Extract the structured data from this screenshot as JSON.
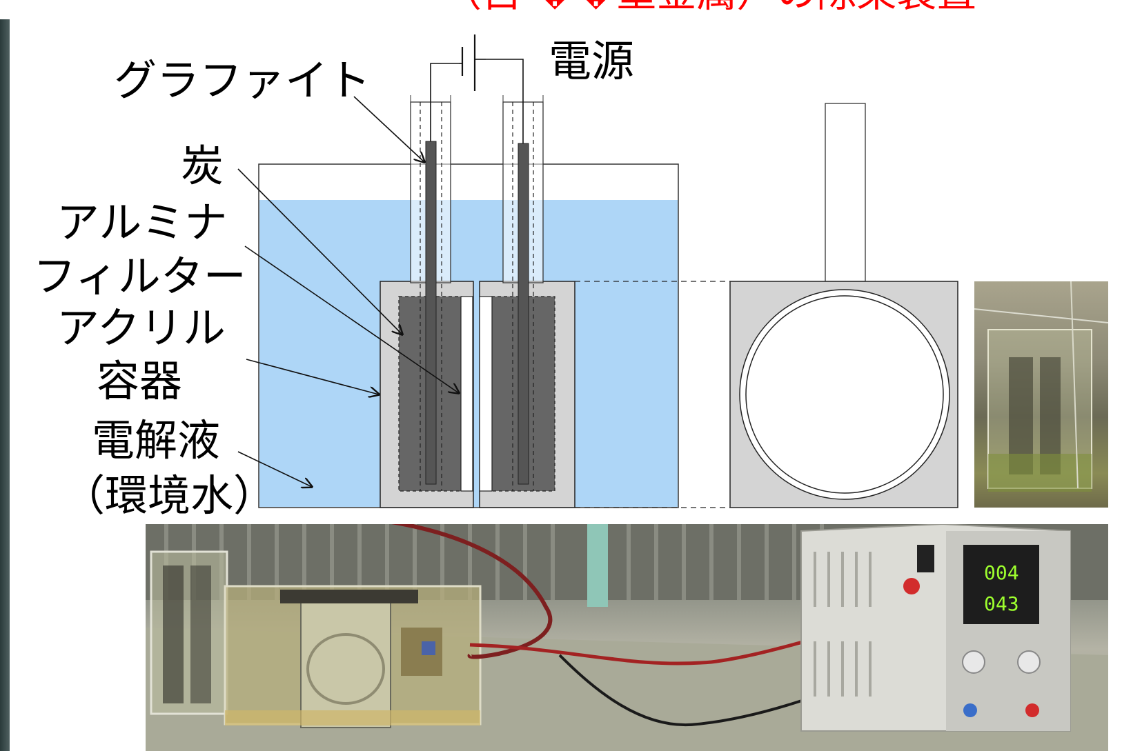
{
  "title": "（自 ��重金属）の除染装置",
  "labels": {
    "power": "電源",
    "graphite": "グラファイト",
    "carbon": "炭",
    "alumina": "アルミナ",
    "filter": "フィルター",
    "acrylic": "アクリル",
    "container": "容器",
    "electrolyte": "電解液",
    "env_water": "（環境水）"
  },
  "photos": {
    "setup_photo": "apparatus-photo",
    "small_photo": "tank-photo"
  },
  "power_supply_display": {
    "voltage": "004",
    "current": "043"
  },
  "colors": {
    "electrolyte": "#aed6f7",
    "carbon": "#666666",
    "graphite": "#555555",
    "acrylic": "#d4d4d4",
    "title": "#ff0000"
  }
}
